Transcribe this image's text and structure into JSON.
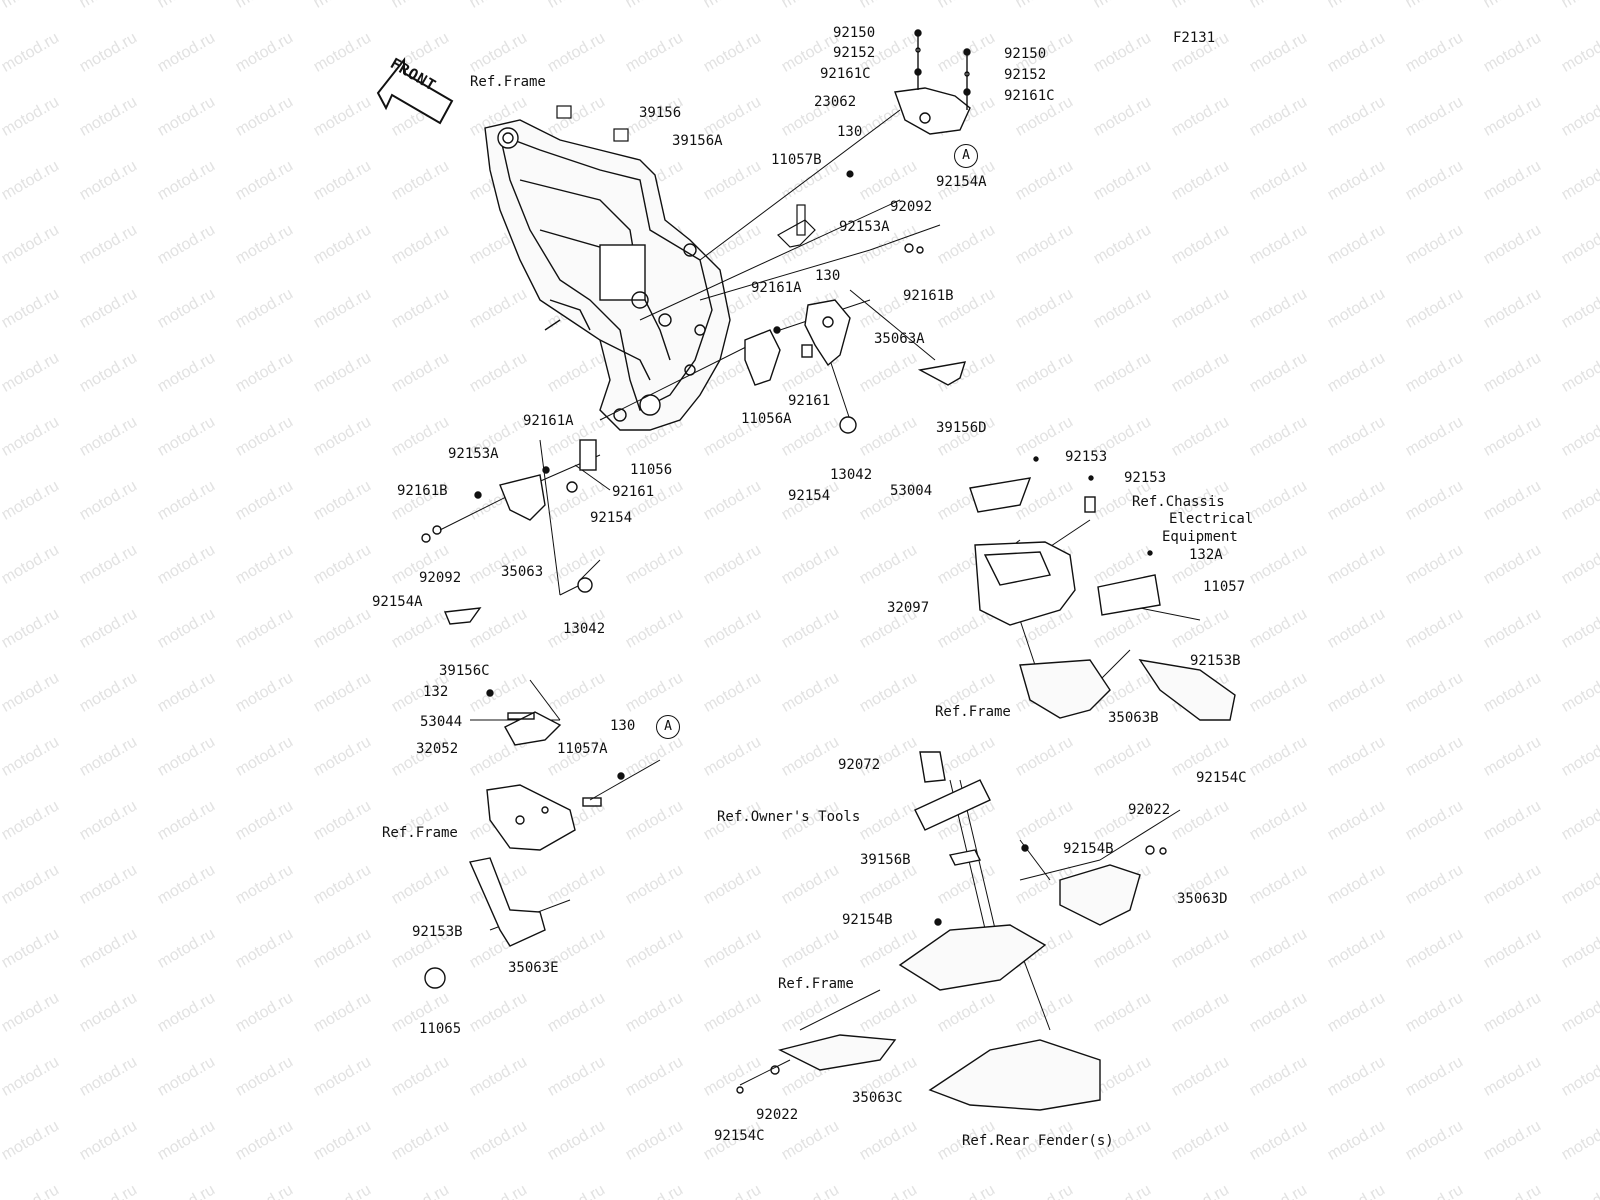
{
  "diagram": {
    "code": "F2131",
    "front_label": "FRONT",
    "circle_marker": "A",
    "watermark": "motod.ru",
    "labels": {
      "l92150a": "92150",
      "l92152a": "92152",
      "l92161Ca": "92161C",
      "l23062": "23062",
      "l92150b": "92150",
      "l92152b": "92152",
      "l92161Cb": "92161C",
      "lRefFrameTop": "Ref.Frame",
      "l39156": "39156",
      "l39156A": "39156A",
      "l130a": "130",
      "l11057B": "11057B",
      "l92154Aa": "92154A",
      "l92092a": "92092",
      "l92153Aa": "92153A",
      "l130b": "130",
      "l92161Aa": "92161A",
      "l92161B": "92161B",
      "l35063A": "35063A",
      "l11056A": "11056A",
      "l92161a": "92161",
      "l39156D": "39156D",
      "l92161Ab": "92161A",
      "l92153Ab": "92153A",
      "l11056": "11056",
      "l92161b": "92161",
      "l92161Bb": "92161B",
      "l92154a": "92154",
      "l13042a": "13042",
      "l92154b": "92154",
      "l35063": "35063",
      "l92092b": "92092",
      "l92154Ab": "92154A",
      "l13042b": "13042",
      "l39156C": "39156C",
      "l92153a": "92153",
      "l53004": "53004",
      "l92153b": "92153",
      "lRefChassis1": "Ref.Chassis",
      "lRefChassis2": "Electrical",
      "lRefChassis3": "Equipment",
      "l132A": "132A",
      "l11057": "11057",
      "l32097": "32097",
      "l92153B": "92153B",
      "lRefFrameMid": "Ref.Frame",
      "l35063B": "35063B",
      "l132": "132",
      "l53044": "53044",
      "l130c": "130",
      "l32052": "32052",
      "l11057A": "11057A",
      "lRefFrameLeft": "Ref.Frame",
      "l92153Bb": "92153B",
      "l35063E": "35063E",
      "l11065": "11065",
      "l92072": "92072",
      "lRefOwners": "Ref.Owner's Tools",
      "l92154C": "92154C",
      "l92022": "92022",
      "l39156B": "39156B",
      "l92154B": "92154B",
      "l35063D": "35063D",
      "l92154Bb": "92154B",
      "lRefFrameBot": "Ref.Frame",
      "l35063C": "35063C",
      "l92022b": "92022",
      "l92154Cb": "92154C",
      "lRefRearFender": "Ref.Rear Fender(s)"
    }
  }
}
